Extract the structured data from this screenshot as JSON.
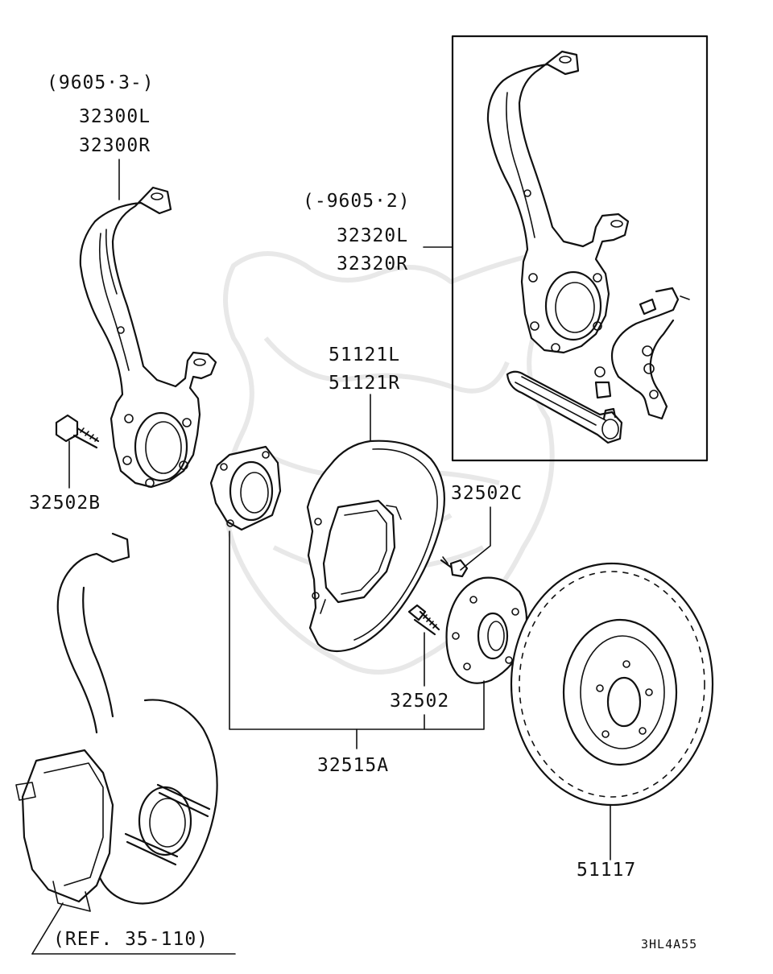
{
  "labels": {
    "knuckle_new_date": "(9605·3-)",
    "knuckle_new_l": "32300L",
    "knuckle_new_r": "32300R",
    "knuckle_old_date": "(-9605·2)",
    "knuckle_old_l": "32320L",
    "knuckle_old_r": "32320R",
    "bolt_b": "32502B",
    "shield_l": "51121L",
    "shield_r": "51121R",
    "bolt_c": "32502C",
    "hub_bolt": "32502",
    "hub_assembly": "32515A",
    "rotor": "51117",
    "caliper_ref": "(REF. 35-110)",
    "diagram_code": "3HL4A55"
  }
}
